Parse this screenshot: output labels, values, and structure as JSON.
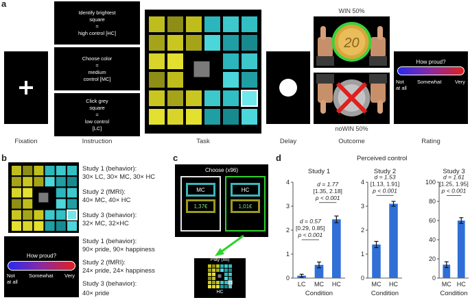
{
  "panel_a": {
    "letter": "a",
    "stage_labels": {
      "fixation": "Fixation",
      "instruction": "Instruction",
      "task": "Task",
      "delay": "Delay",
      "outcome": "Outcome",
      "rating": "Rating"
    },
    "instructions": [
      [
        "Identify brightest",
        "square",
        "=",
        "high control [HC]"
      ],
      [
        "Choose color",
        "=",
        "medium",
        "control [MC]"
      ],
      [
        "Click grey",
        "square",
        "=",
        "low control",
        "[LC]"
      ]
    ],
    "win_label": "WIN 50%",
    "nowin_label": "noWIN 50%",
    "coin_value": "20",
    "rating": {
      "question": "How proud?",
      "low": [
        "Not",
        "at all"
      ],
      "mid": "Somewhat",
      "high": "Very"
    }
  },
  "panel_b": {
    "letter": "b",
    "task_studies": [
      {
        "title": "Study 1 (behavior):",
        "detail": "30× LC, 30× MC, 30× HC"
      },
      {
        "title": "Study 2 (fMRI):",
        "detail": "40× MC, 40× HC"
      },
      {
        "title": "Study 3 (behavior):",
        "detail": "32× MC, 32×HC"
      }
    ],
    "rating_studies": [
      {
        "title": "Study 1 (behavior):",
        "detail": "90× pride, 90× happiness"
      },
      {
        "title": "Study 2 (fMRI):",
        "detail": "24× pride, 24× happiness"
      },
      {
        "title": "Study 3 (behavior):",
        "detail": "40× pride"
      }
    ],
    "rating": {
      "question": "How proud?",
      "low": [
        "Not",
        "at all"
      ],
      "mid": "Somewhat",
      "high": "Very"
    }
  },
  "panel_c": {
    "letter": "c",
    "choose_label": "Choose (x96)",
    "options": [
      {
        "label": "MC",
        "price": "1,37€"
      },
      {
        "label": "HC",
        "price": "1,01€"
      }
    ],
    "play_label": "Play (x8)",
    "play_condition": "HC"
  },
  "panel_d": {
    "letter": "d",
    "header": "Perceived control",
    "colors": {
      "bar": "#2f6fd6",
      "error": "#111111"
    }
  },
  "chart_data": [
    {
      "type": "bar",
      "title": "Study 1",
      "categories": [
        "LC",
        "MC",
        "HC"
      ],
      "values": [
        0.1,
        0.55,
        2.45
      ],
      "errors": [
        0.06,
        0.12,
        0.14
      ],
      "xlabel": "Condition",
      "ylabel": "",
      "ylim": [
        0,
        4
      ],
      "yticks": [
        0,
        1,
        2,
        3,
        4
      ],
      "annotations": [
        {
          "from": "LC",
          "to": "MC",
          "lines": [
            "d = 0.57",
            "[0.29, 0.85]",
            "p < 0.001"
          ]
        },
        {
          "from": "MC",
          "to": "HC",
          "lines": [
            "d = 1.77",
            "[1.35, 2.18]",
            "p < 0.001"
          ]
        }
      ]
    },
    {
      "type": "bar",
      "title": "Study 2",
      "categories": [
        "MC",
        "HC"
      ],
      "values": [
        1.4,
        3.1
      ],
      "errors": [
        0.13,
        0.1
      ],
      "xlabel": "Condition",
      "ylabel": "",
      "ylim": [
        0,
        4
      ],
      "yticks": [
        0,
        1,
        2,
        3,
        4
      ],
      "annotations": [
        {
          "from": "MC",
          "to": "HC",
          "lines": [
            "d = 1.53",
            "[1.13, 1.91]",
            "p < 0.001"
          ]
        }
      ]
    },
    {
      "type": "bar",
      "title": "Study 3",
      "categories": [
        "MC",
        "HC"
      ],
      "values": [
        14,
        60
      ],
      "errors": [
        3,
        3
      ],
      "xlabel": "Condition",
      "ylabel": "",
      "ylim": [
        0,
        100
      ],
      "yticks": [
        0,
        20,
        40,
        60,
        80,
        100
      ],
      "annotations": [
        {
          "from": "MC",
          "to": "HC",
          "lines": [
            "d = 1.61",
            "[1.25, 1.95]",
            "p < 0.001"
          ]
        }
      ]
    }
  ]
}
